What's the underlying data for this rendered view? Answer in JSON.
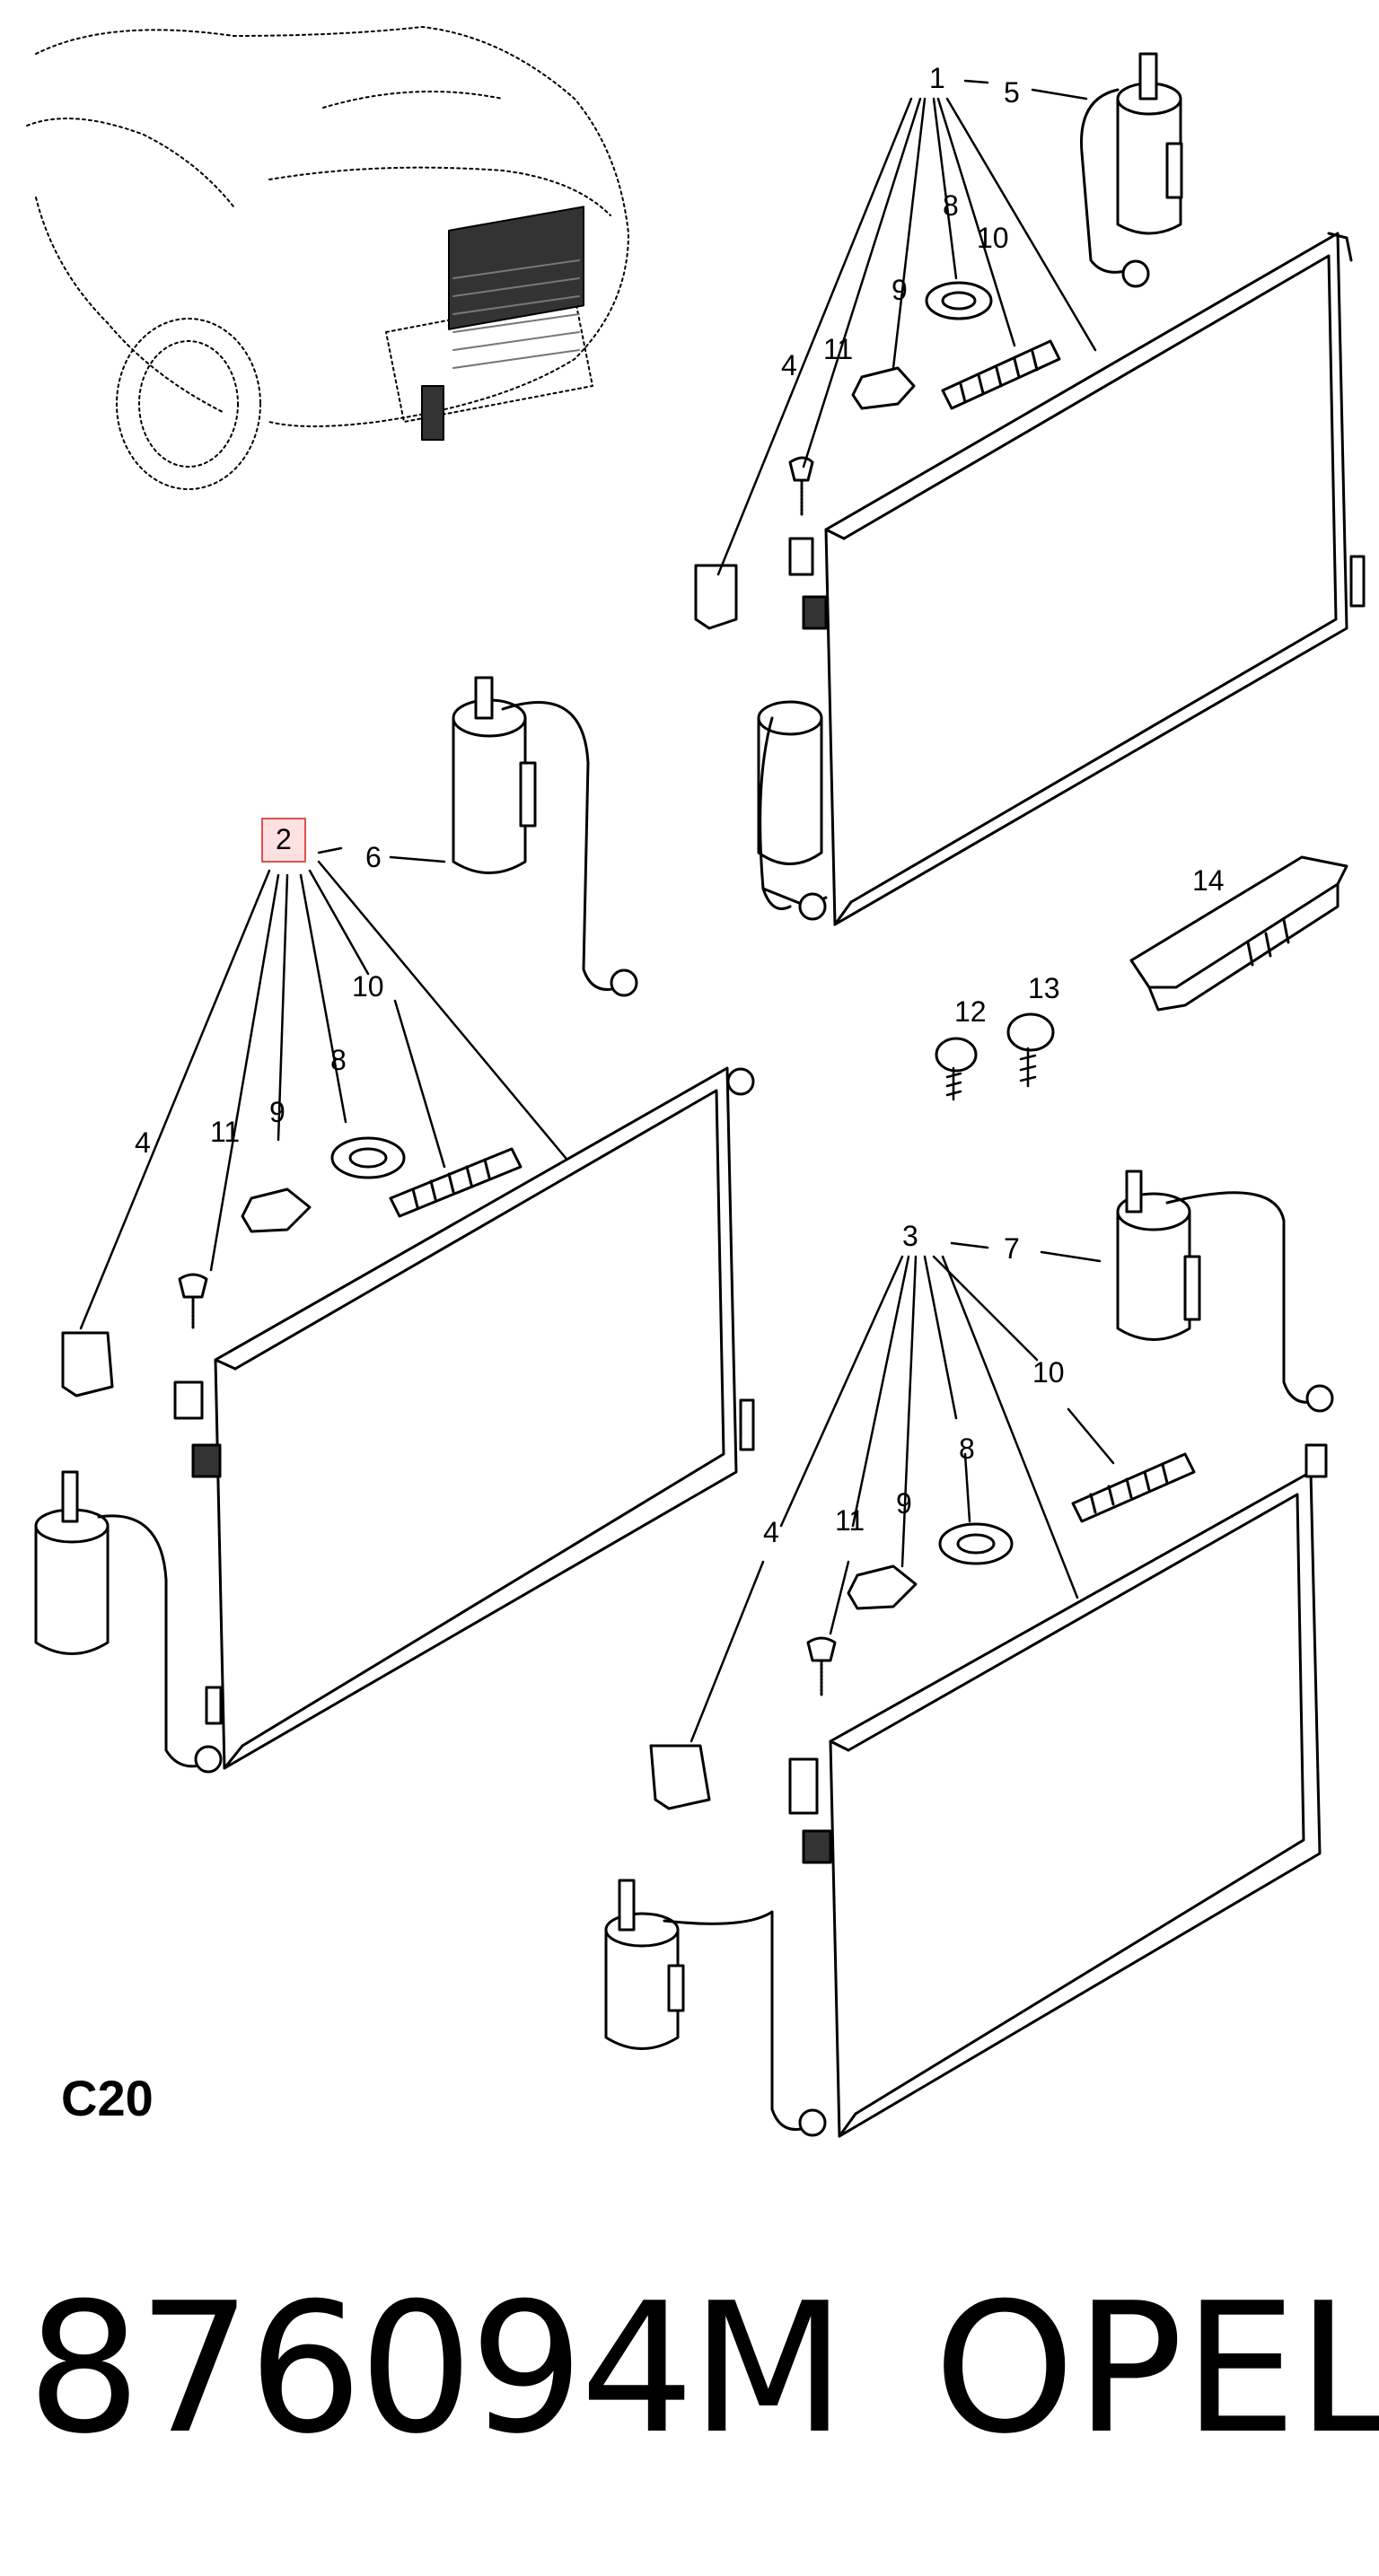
{
  "diagram": {
    "section_code": "C20",
    "part_number": "876094M",
    "brand": "OPEL",
    "highlighted_callout": "2",
    "callouts": {
      "c1": "1",
      "c5": "5",
      "c8a": "8",
      "c10a": "10",
      "c9a": "9",
      "c11a": "11",
      "c4a": "4",
      "c2": "2",
      "c6": "6",
      "c10b": "10",
      "c8b": "8",
      "c9b": "9",
      "c11b": "11",
      "c4b": "4",
      "c14": "14",
      "c12": "12",
      "c13": "13",
      "c3": "3",
      "c7": "7",
      "c10c": "10",
      "c8c": "8",
      "c9c": "9",
      "c11c": "11",
      "c4c": "4"
    }
  }
}
